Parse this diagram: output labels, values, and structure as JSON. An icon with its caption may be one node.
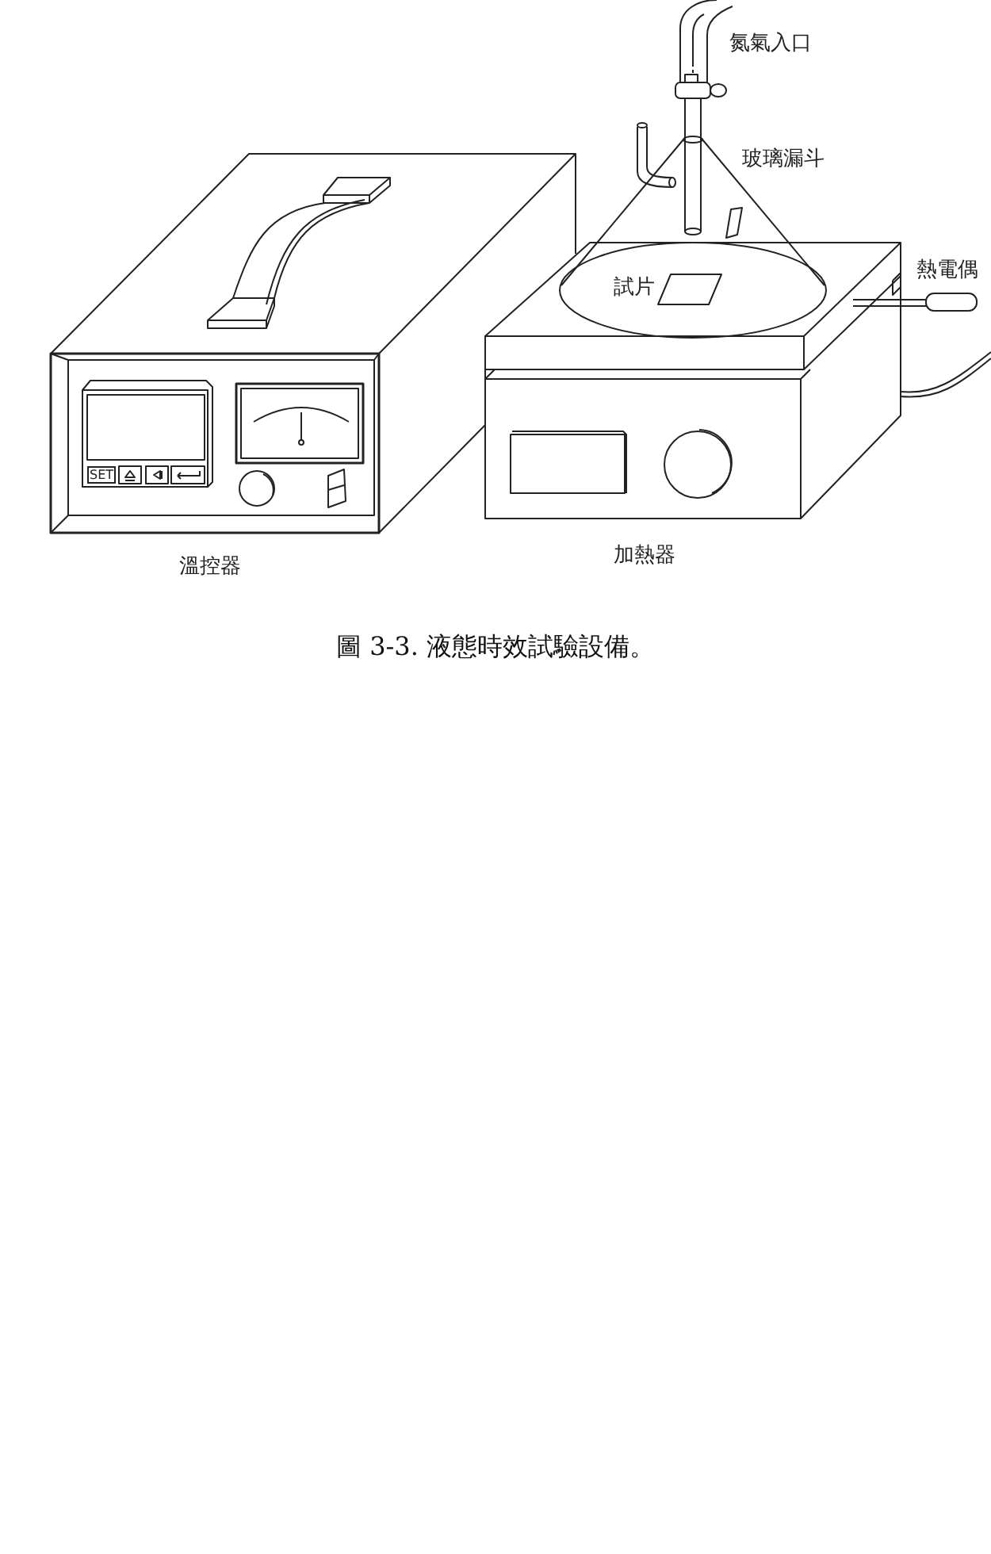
{
  "diagram": {
    "caption": "圖 3-3. 液態時效試驗設備。",
    "labels": [
      "氮氣入口",
      "玻璃漏斗",
      "熱電偶",
      "試片",
      "SET",
      "溫控器",
      "加熱器"
    ]
  }
}
